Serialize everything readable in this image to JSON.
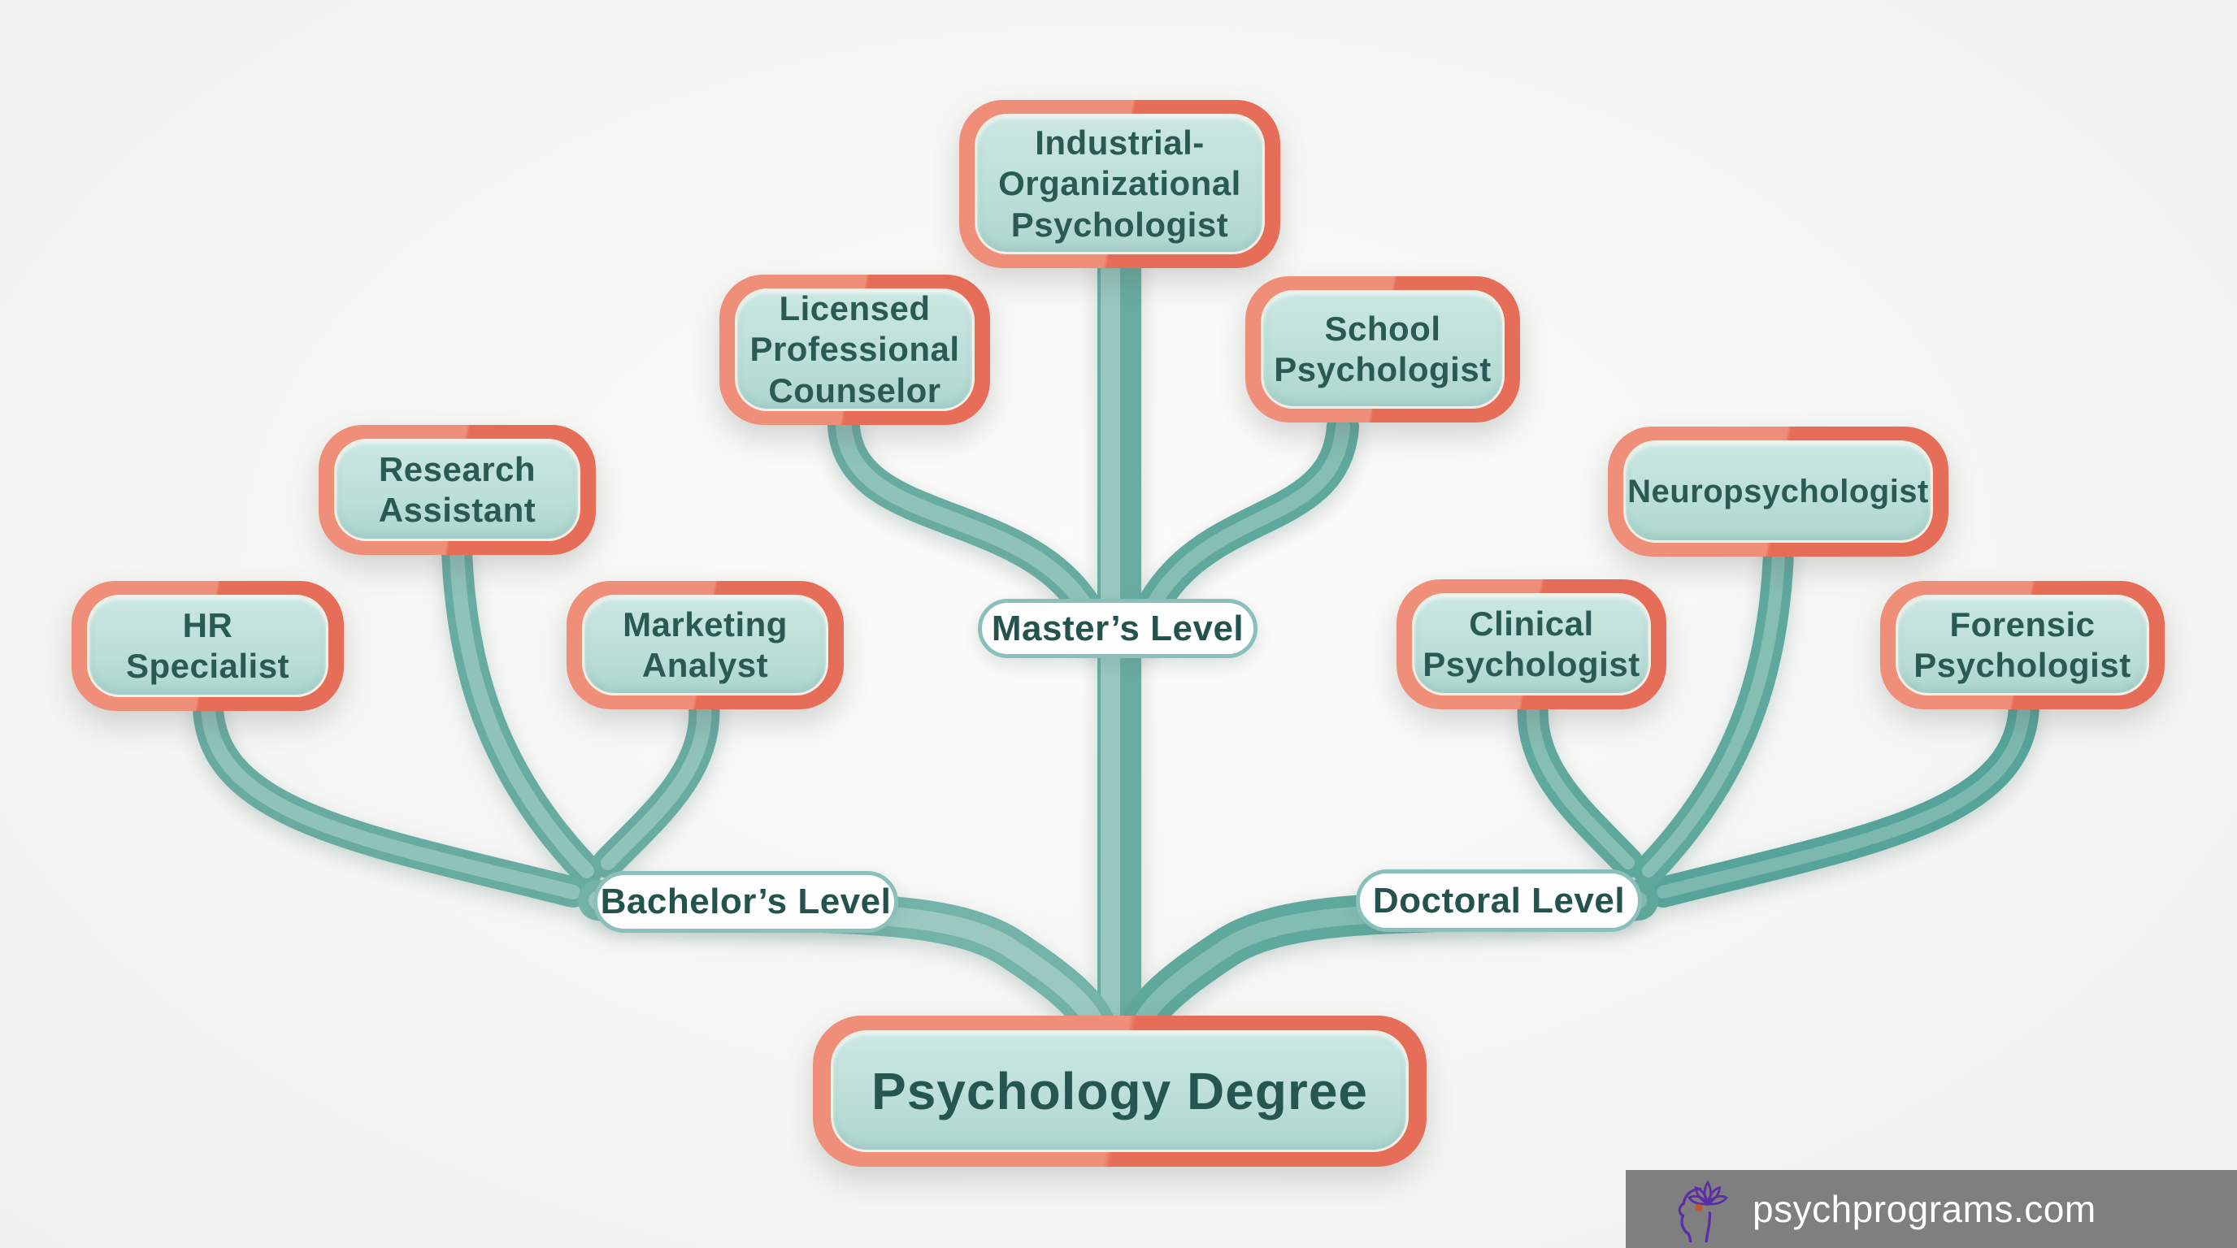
{
  "diagram": {
    "root_label": "Psychology Degree",
    "levels": [
      {
        "label": "Bachelor’s Level",
        "careers": [
          "HR\nSpecialist",
          "Research\nAssistant",
          "Marketing\nAnalyst"
        ]
      },
      {
        "label": "Master’s Level",
        "careers": [
          "Licensed\nProfessional\nCounselor",
          "Industrial-\nOrganizational\nPsychologist",
          "School\nPsychologist"
        ]
      },
      {
        "label": "Doctoral Level",
        "careers": [
          "Clinical\nPsychologist",
          "Neuropsychologist",
          "Forensic\nPsychologist"
        ]
      }
    ]
  },
  "footer": {
    "site": "psychprograms.com",
    "logo_icon": "head-lotus-icon"
  },
  "colors": {
    "node_border_coral": "#e8755f",
    "node_fill_mint": "#c2e2dd",
    "branch_teal": "#6fb0a7",
    "branch_highlight": "#97c7c0",
    "node_text": "#2a5a53",
    "pill_border": "#8ac0b9",
    "banner_bg": "#7f7f7f",
    "logo_purple": "#5c2ea6",
    "logo_dot_orange": "#c2552e"
  }
}
